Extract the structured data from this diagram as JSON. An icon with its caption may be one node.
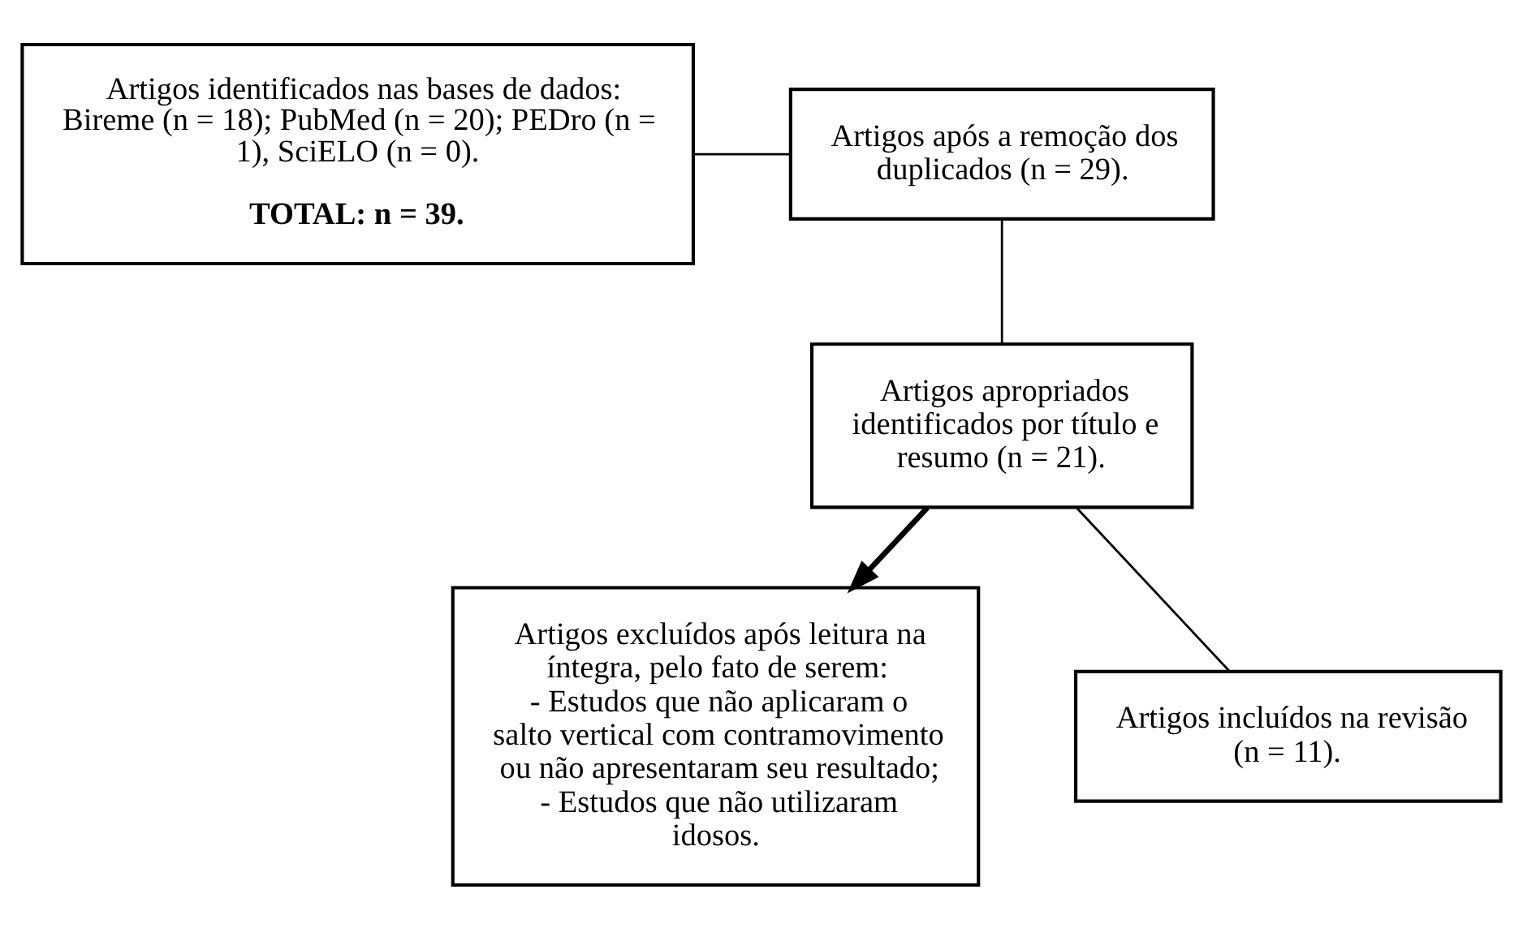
{
  "diagram": {
    "nodes": [
      {
        "text": [
          "Artigos identificados nas bases de dados: Bireme (n = 18); PubMed (n = 20); PEDro (n = 1), SciELO (n = 0).",
          "TOTAL: n = 39."
        ]
      },
      {
        "text": [
          "Artigos após a remoção dos duplicados (n = 29)."
        ]
      },
      {
        "text": [
          "Artigos apropriados identificados por título e resumo (n = 21)."
        ]
      },
      {
        "text": [
          "Artigos excluídos após leitura na íntegra, pelo fato de serem:",
          "- Estudos que não aplicaram o salto vertical com contramovimento ou não apresentaram seu resultado;",
          "- Estudos que não utilizaram idosos."
        ]
      },
      {
        "text": [
          "Artigos incluídos na revisão (n = 11)."
        ]
      }
    ],
    "edges": [
      {
        "from": 0,
        "to": 1,
        "arrow": "none"
      },
      {
        "from": 1,
        "to": 2,
        "arrow": "none"
      },
      {
        "from": 2,
        "to": 3,
        "arrow": "to",
        "style": "thick"
      },
      {
        "from": 2,
        "to": 4,
        "arrow": "none"
      }
    ]
  }
}
